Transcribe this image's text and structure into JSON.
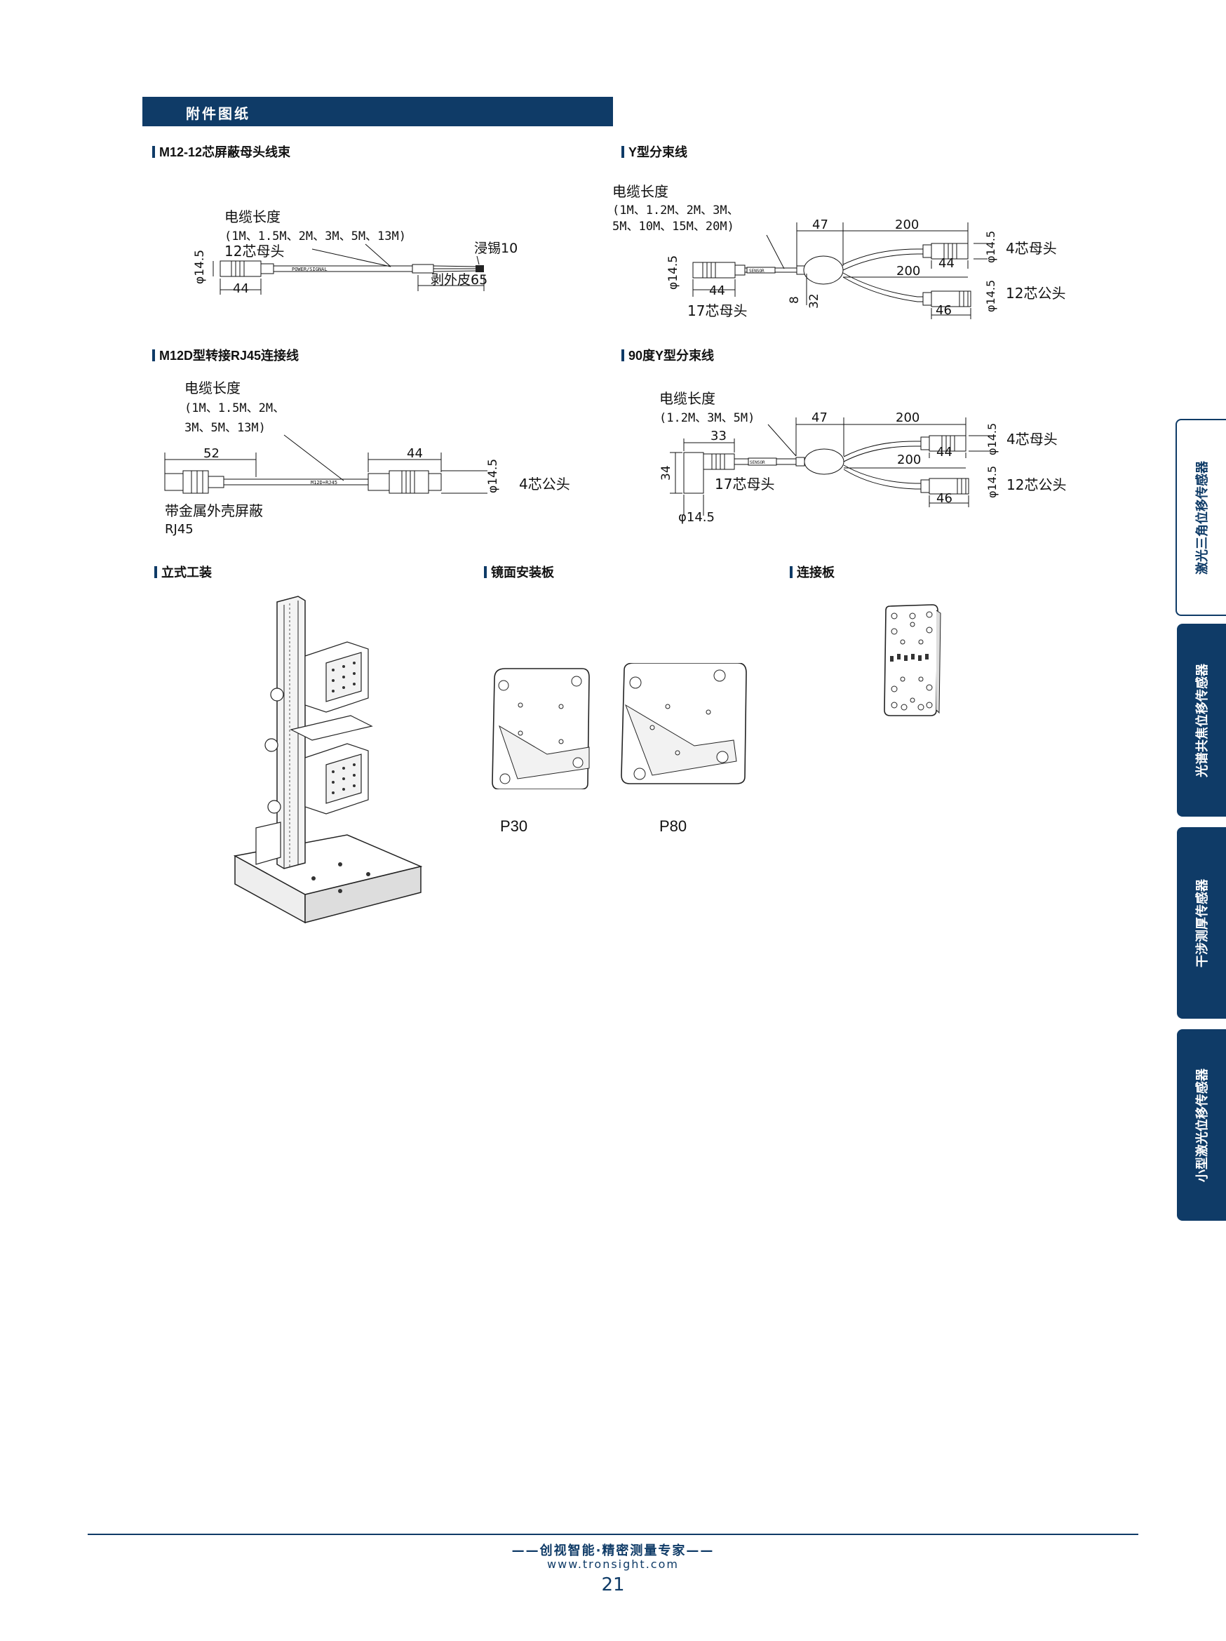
{
  "header": {
    "title": "附件图纸"
  },
  "sections": {
    "m12_12": {
      "title": "M12-12芯屏蔽母头线束",
      "cable_length_label": "电缆长度",
      "cable_length_options": "(1M、1.5M、2M、3M、5M、13M)",
      "connector_label": "12芯母头",
      "dim_dia": "φ14.5",
      "dim_len": "44",
      "tin_label": "浸锡10",
      "strip_label": "剥外皮65",
      "cable_print": "POWER/SIGNAL"
    },
    "y_cable": {
      "title": "Y型分束线",
      "cable_length_label": "电缆长度",
      "cable_length_line1": "(1M、1.2M、2M、3M、",
      "cable_length_line2": "5M、10M、15M、20M)",
      "dim_47": "47",
      "dim_200a": "200",
      "dim_200b": "200",
      "dim_44a": "44",
      "dim_44b": "44",
      "dim_46": "46",
      "dim_8": "8",
      "dim_32": "32",
      "dim_dia_a": "φ14.5",
      "dim_dia_b": "φ14.5",
      "dim_dia_c": "φ14.5",
      "label_4pin": "4芯母头",
      "label_12pin": "12芯公头",
      "label_17pin": "17芯母头",
      "cable_print": "SENSOR"
    },
    "m12d_rj45": {
      "title": "M12D型转接RJ45连接线",
      "cable_length_label": "电缆长度",
      "cable_length_line1": "(1M、1.5M、2M、",
      "cable_length_line2": "3M、5M、13M)",
      "dim_52": "52",
      "dim_44": "44",
      "dim_dia": "φ14.5",
      "label_4pin": "4芯公头",
      "label_shield": "带金属外壳屏蔽",
      "label_rj45": "RJ45",
      "cable_print": "M12D+RJ45"
    },
    "y90_cable": {
      "title": "90度Y型分束线",
      "cable_length_label": "电缆长度",
      "cable_length_options": "(1.2M、3M、5M)",
      "dim_33": "33",
      "dim_34": "34",
      "dim_47": "47",
      "dim_200a": "200",
      "dim_200b": "200",
      "dim_44": "44",
      "dim_46": "46",
      "dim_dia_a": "φ14.5",
      "dim_dia_b": "φ14.5",
      "dim_dia_c": "φ14.5",
      "label_4pin": "4芯母头",
      "label_12pin": "12芯公头",
      "label_17pin": "17芯母头",
      "cable_print": "SENSOR"
    },
    "stand": {
      "title": "立式工装"
    },
    "mirror_plate": {
      "title": "镜面安装板",
      "label_p30": "P30",
      "label_p80": "P80"
    },
    "connect_plate": {
      "title": "连接板"
    }
  },
  "side_tabs": [
    {
      "label": "激光三角位移传感器",
      "active": true
    },
    {
      "label": "光谱共焦位移传感器",
      "active": false
    },
    {
      "label": "干涉测厚传感器",
      "active": false
    },
    {
      "label": "小型激光位移传感器",
      "active": false
    }
  ],
  "footer": {
    "slogan": "——创视智能·精密测量专家——",
    "url": "www.tronsight.com",
    "page_number": "21"
  },
  "colors": {
    "brand_navy": "#0f3b67"
  }
}
